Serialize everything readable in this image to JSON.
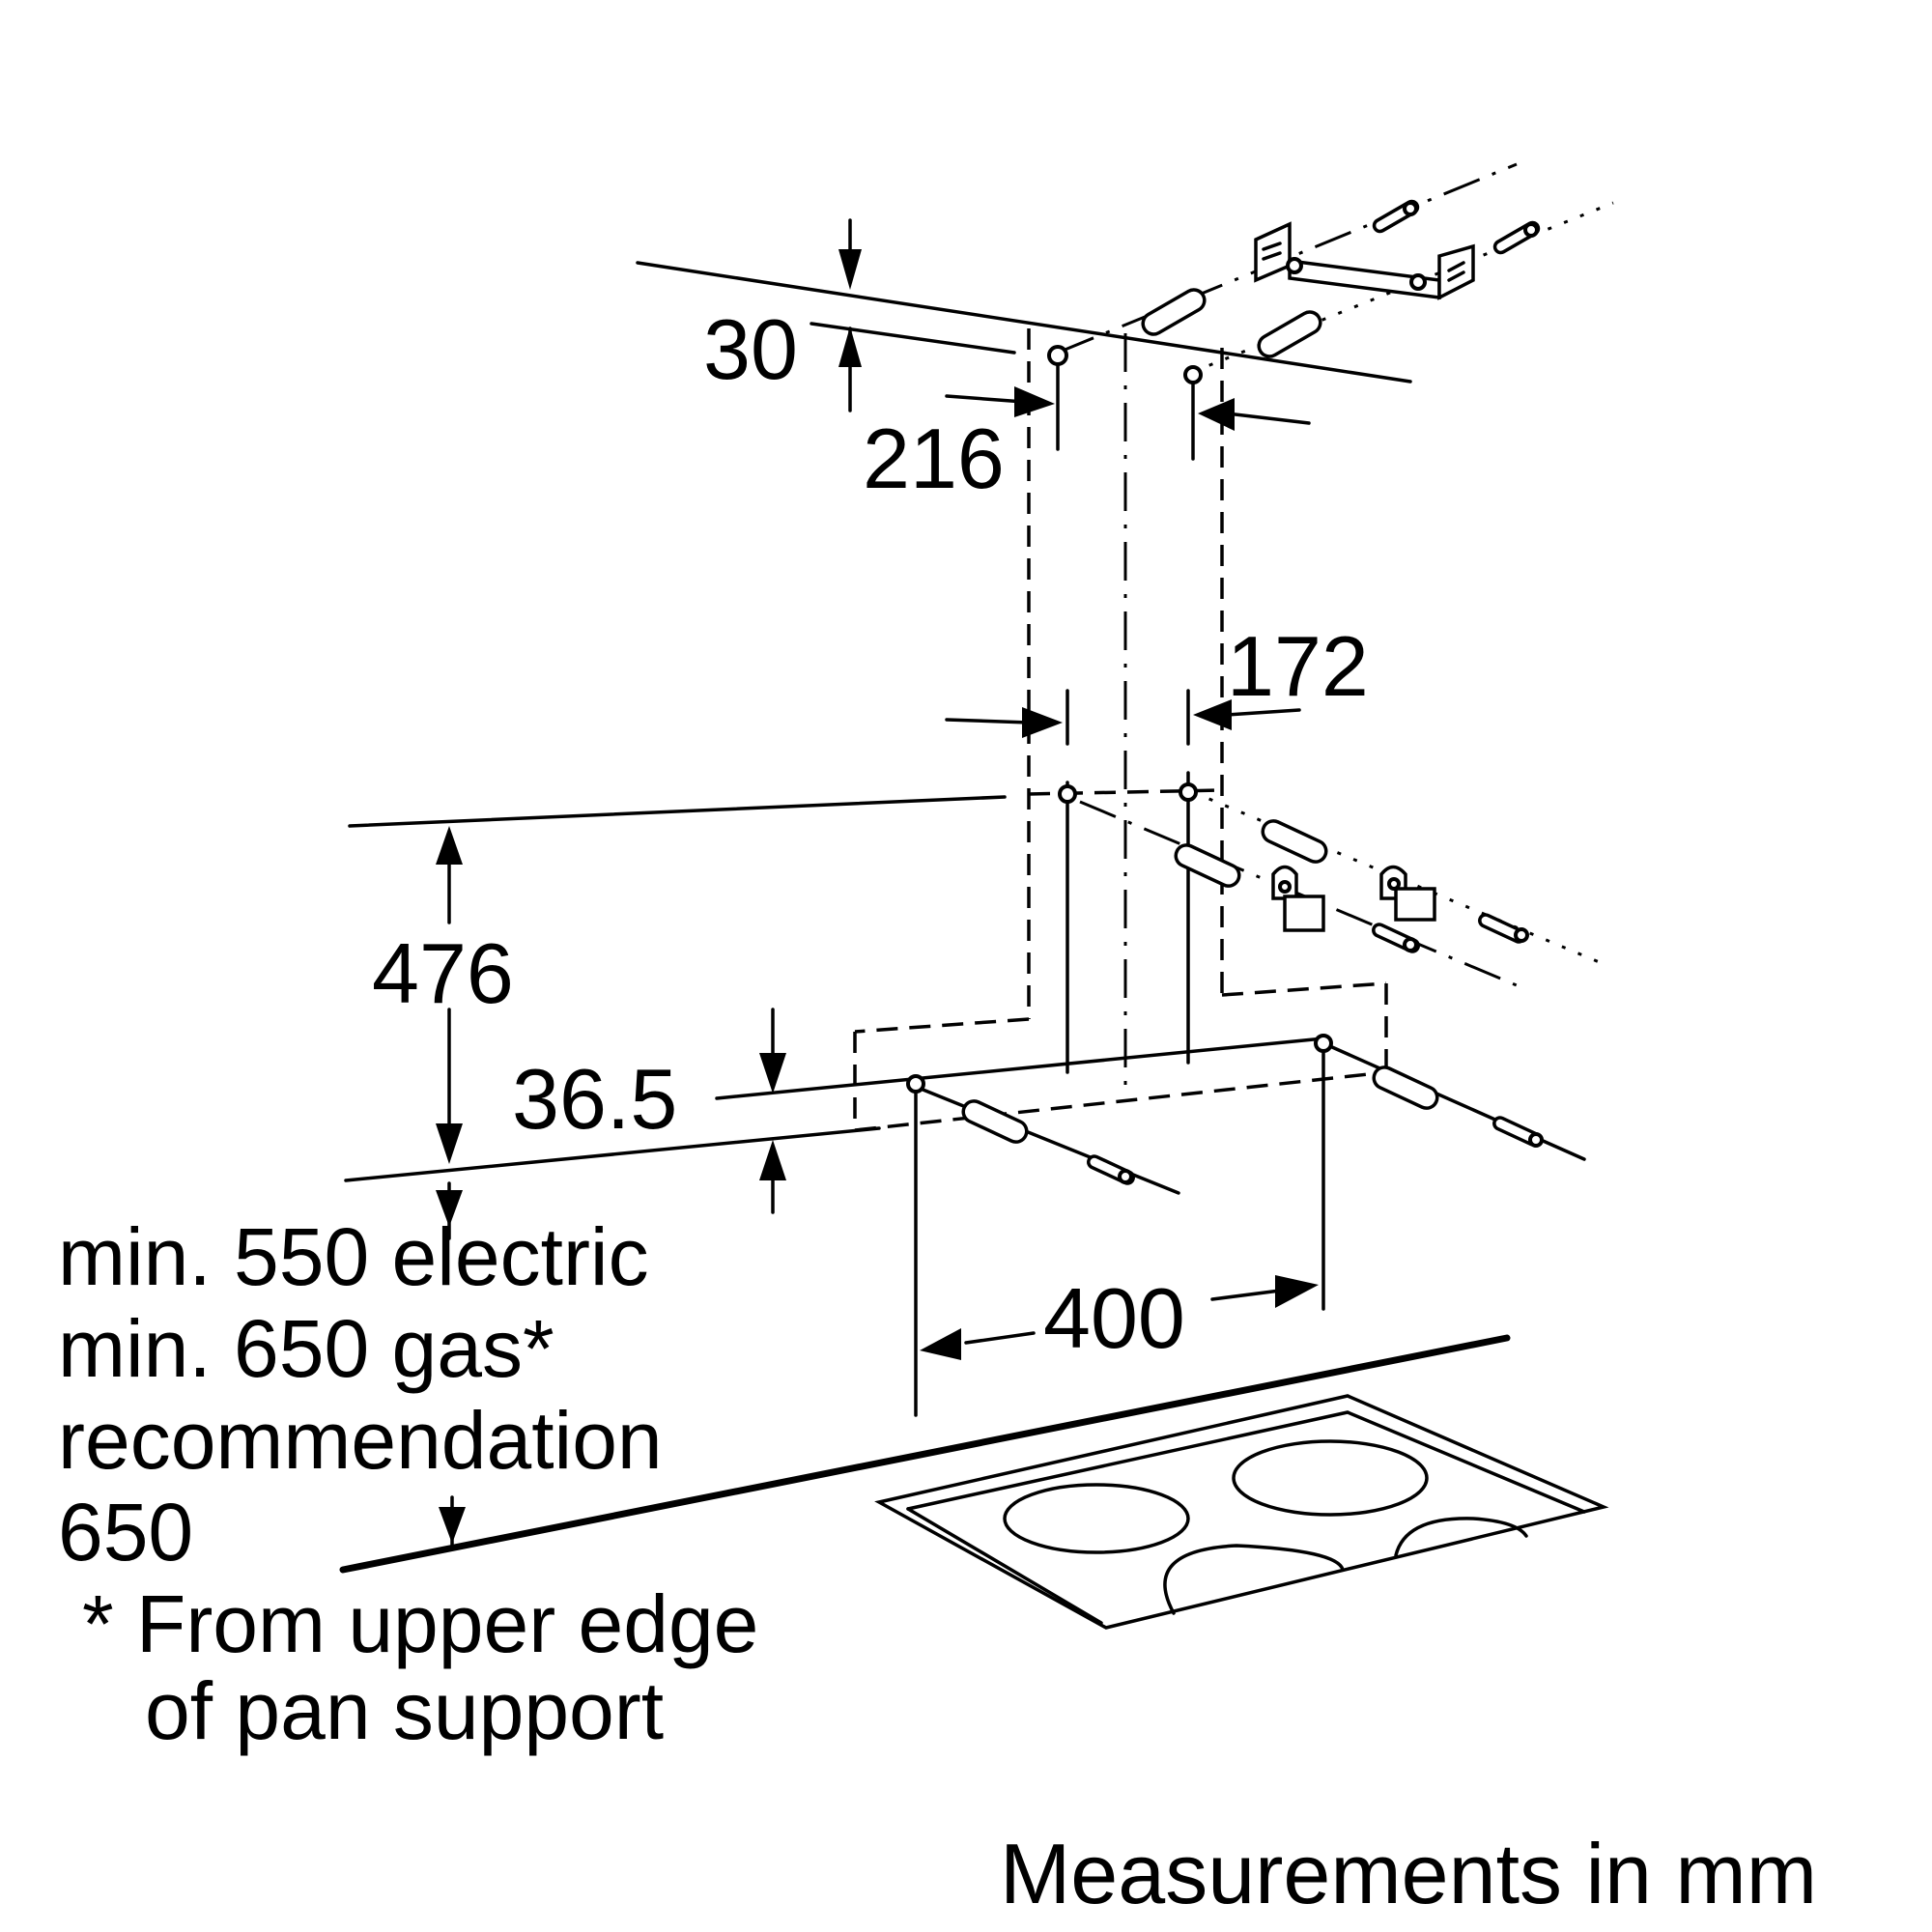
{
  "dimensions": {
    "d30": "30",
    "d216": "216",
    "d172": "172",
    "d476": "476",
    "d36_5": "36.5",
    "d400": "400"
  },
  "notes": {
    "line1": "min. 550 electric",
    "line2": "min. 650 gas*",
    "line3": "recommendation",
    "line4": "650",
    "footnote_line1": "* From upper edge",
    "footnote_line2": "of pan support"
  },
  "caption": "Measurements in mm"
}
